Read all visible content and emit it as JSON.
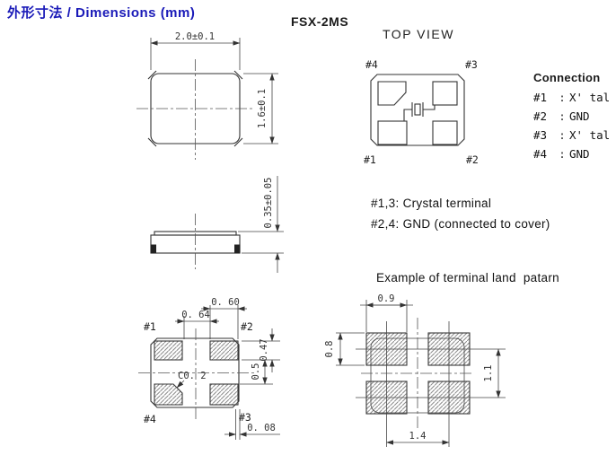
{
  "header": {
    "title": "外形寸法 / Dimensions (mm)",
    "part_number": "FSX-2MS"
  },
  "top_view": {
    "label": "TOP VIEW"
  },
  "pin_labels": {
    "p1": "#1",
    "p2": "#2",
    "p3": "#3",
    "p4": "#4"
  },
  "outline_view": {
    "width_dim": "2.0±0.1",
    "height_dim": "1.6±0.1"
  },
  "side_view": {
    "thickness_dim": "0.35±0.05"
  },
  "connection": {
    "title": "Connection",
    "separator": ":",
    "items": [
      {
        "pin": "#1",
        "signal": "X' tal"
      },
      {
        "pin": "#2",
        "signal": "GND"
      },
      {
        "pin": "#3",
        "signal": "X' tal"
      },
      {
        "pin": "#4",
        "signal": "GND"
      }
    ]
  },
  "notes": {
    "line1": "#1,3: Crystal terminal",
    "line2": "#2,4: GND (connected to cover)"
  },
  "bottom_view": {
    "dim_pad_width": "0. 60",
    "dim_pad_gap": "0. 64",
    "dim_pad_height": "0.47",
    "dim_gap_v": "0.5",
    "dim_chamfer": "C0. 2",
    "dim_edge_offset": "0. 08"
  },
  "land_pattern": {
    "title": "Example of terminal land  patarn",
    "dim_pad_width": "0.9",
    "dim_pad_height": "0.8",
    "dim_pitch_v": "1.1",
    "dim_pitch_h": "1.4"
  }
}
